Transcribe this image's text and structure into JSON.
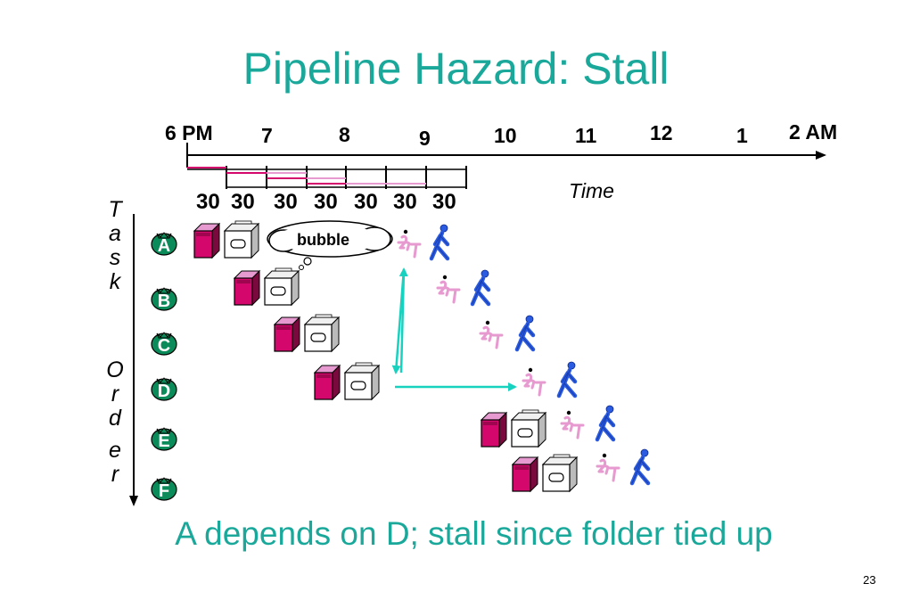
{
  "slide": {
    "title": "Pipeline Hazard: Stall",
    "caption": "A depends on D;  stall since folder tied up",
    "page_number": "23"
  },
  "timeline": {
    "hours": [
      "6 PM",
      "7",
      "8",
      "9",
      "10",
      "11",
      "12",
      "1",
      "2 AM"
    ],
    "segments": [
      "30",
      "30",
      "30",
      "30",
      "30",
      "30",
      "30"
    ],
    "time_label": "Time"
  },
  "axis": {
    "letters": [
      "T",
      "a",
      "s",
      "k",
      "O",
      "r",
      "d",
      "e",
      "r"
    ]
  },
  "tasks": [
    "A",
    "B",
    "C",
    "D",
    "E",
    "F"
  ],
  "bubble_label": "bubble",
  "colors": {
    "title": "#1aa89a",
    "washer": "#d4086c",
    "folder": "#e79ad0",
    "walker": "#2b5be0",
    "arrow": "#18d2c0",
    "task_bag": "#0b8a5a"
  }
}
